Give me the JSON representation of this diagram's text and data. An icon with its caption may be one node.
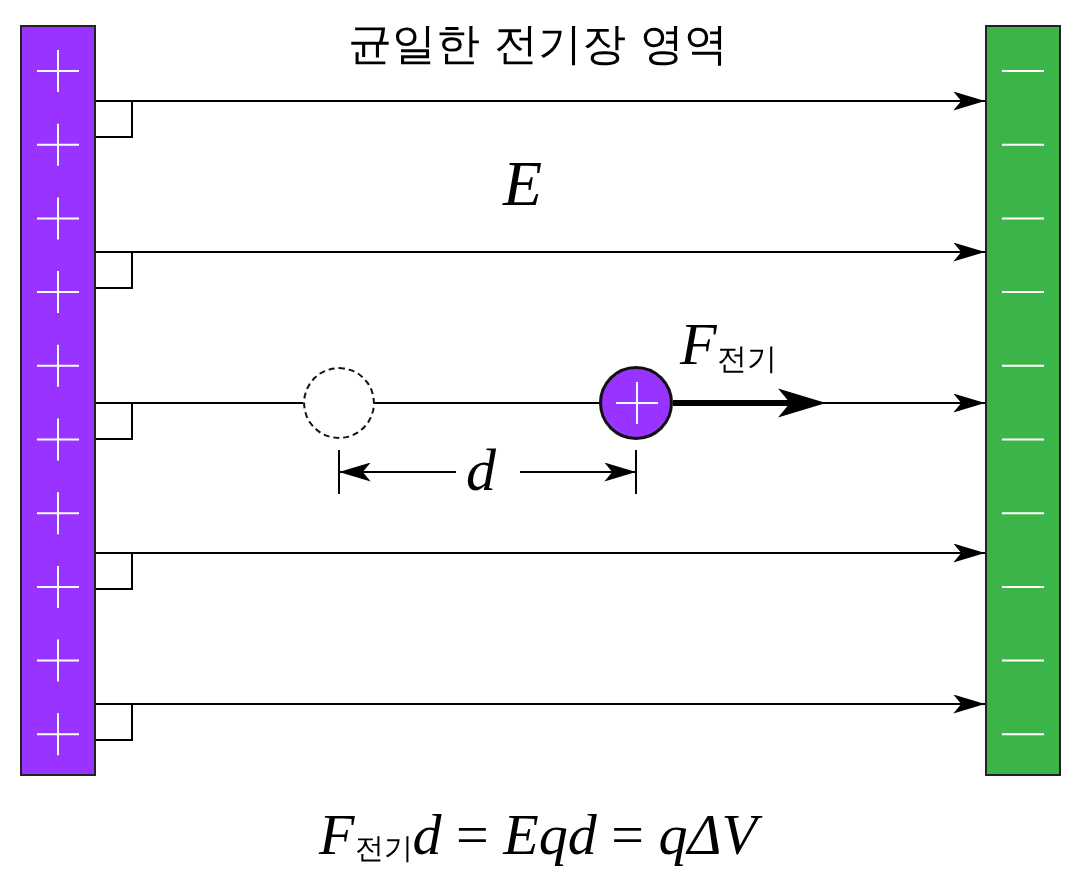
{
  "diagram": {
    "title": "균일한 전기장 영역",
    "caption": "*F*$_{전기}$*d* = *Eqd* = *qΔV*",
    "nodes": [
      {
        "text": [],
        "shape": "bar"
      },
      {
        "text": [],
        "shape": "bar"
      },
      {
        "text": [],
        "shape": "circle"
      },
      {
        "text": [],
        "shape": "circle"
      }
    ],
    "edges": [
      {
        "from": 0,
        "to": 1,
        "arrow": "to"
      },
      {
        "from": 0,
        "to": 1,
        "arrow": "to"
      },
      {
        "from": 0,
        "to": 2,
        "arrow": "none"
      },
      {
        "from": 2,
        "to": 3,
        "arrow": "none"
      },
      {
        "from": 3,
        "to": 1,
        "arrow": "to"
      },
      {
        "from": 0,
        "to": 1,
        "arrow": "to"
      },
      {
        "from": 0,
        "to": 1,
        "arrow": "to"
      }
    ],
    "labels": [
      "E",
      "*F*$_{전기}$",
      "d"
    ]
  }
}
